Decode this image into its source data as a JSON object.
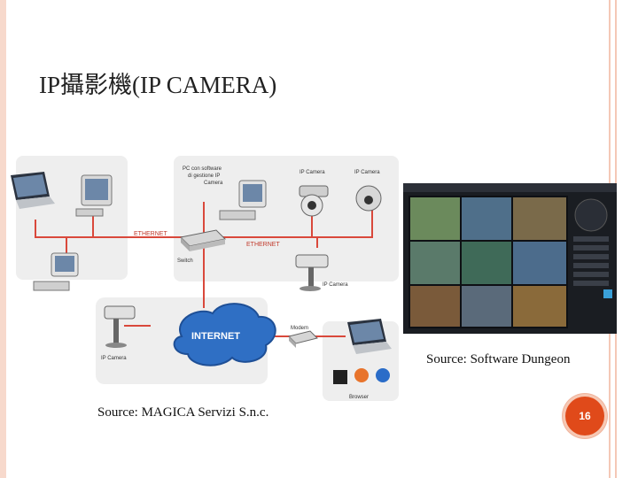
{
  "slide": {
    "title": "IP攝影機(IP CAMERA)",
    "page_number": "16",
    "caption_right": "Source: Software Dungeon",
    "caption_left": "Source: MAGICA Servizi S.n.c."
  },
  "diagram": {
    "label_ethernet_left": "ETHERNET",
    "label_ethernet_right": "ETHERNET",
    "label_switch": "Switch",
    "label_pc_software": "PC con software di gestione IP Camera",
    "label_pc_line1": "PC con software",
    "label_pc_line2": "di gestione IP",
    "label_pc_line3": "Camera",
    "label_ipcam1": "IP Camera",
    "label_ipcam2": "IP Camera",
    "label_ipcam3": "IP Camera",
    "label_ipcam4": "IP Camera",
    "label_internet": "INTERNET",
    "label_modem": "Modem",
    "label_browser": "Browser",
    "colors": {
      "ethernet": "#d9483b",
      "internet": "#2f6fc4"
    }
  }
}
